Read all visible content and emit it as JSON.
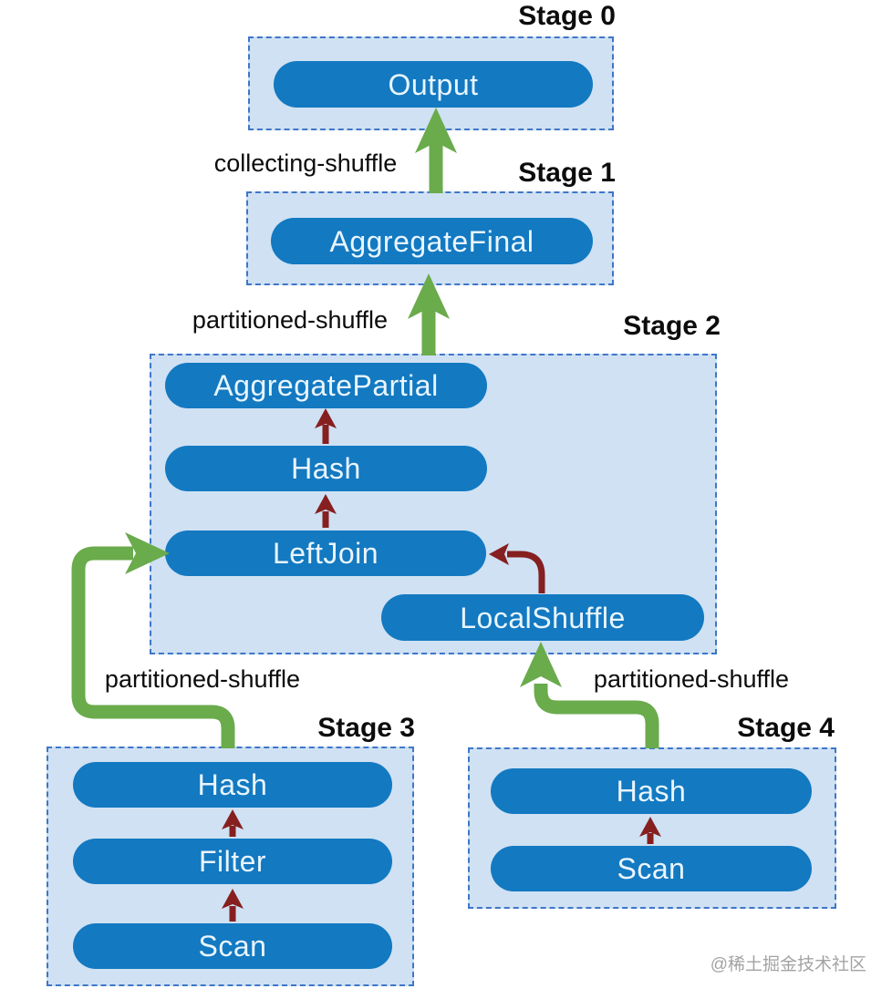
{
  "diagram": {
    "stages": [
      {
        "label": "Stage 0",
        "nodes": [
          "Output"
        ]
      },
      {
        "label": "Stage 1",
        "nodes": [
          "AggregateFinal"
        ]
      },
      {
        "label": "Stage 2",
        "nodes": [
          "AggregatePartial",
          "Hash",
          "LeftJoin",
          "LocalShuffle"
        ]
      },
      {
        "label": "Stage 3",
        "nodes": [
          "Hash",
          "Filter",
          "Scan"
        ]
      },
      {
        "label": "Stage 4",
        "nodes": [
          "Hash",
          "Scan"
        ]
      }
    ],
    "edge_labels": {
      "collecting": "collecting-shuffle",
      "partitioned_top": "partitioned-shuffle",
      "partitioned_left": "partitioned-shuffle",
      "partitioned_right": "partitioned-shuffle"
    },
    "edges": [
      {
        "from": "Stage 1 / AggregateFinal",
        "to": "Stage 0 / Output",
        "label": "collecting-shuffle",
        "color": "green"
      },
      {
        "from": "Stage 2 / AggregatePartial",
        "to": "Stage 1 / AggregateFinal",
        "label": "partitioned-shuffle",
        "color": "green"
      },
      {
        "from": "Stage 3 / Hash",
        "to": "Stage 2 / LeftJoin",
        "label": "partitioned-shuffle",
        "color": "green"
      },
      {
        "from": "Stage 4 / Hash",
        "to": "Stage 2 / LocalShuffle",
        "label": "partitioned-shuffle",
        "color": "green"
      },
      {
        "from": "Stage 2 / Hash",
        "to": "Stage 2 / AggregatePartial",
        "label": "",
        "color": "dark-red"
      },
      {
        "from": "Stage 2 / LeftJoin",
        "to": "Stage 2 / Hash",
        "label": "",
        "color": "dark-red"
      },
      {
        "from": "Stage 2 / LocalShuffle",
        "to": "Stage 2 / LeftJoin",
        "label": "",
        "color": "dark-red"
      },
      {
        "from": "Stage 3 / Scan",
        "to": "Stage 3 / Filter",
        "label": "",
        "color": "dark-red"
      },
      {
        "from": "Stage 3 / Filter",
        "to": "Stage 3 / Hash",
        "label": "",
        "color": "dark-red"
      },
      {
        "from": "Stage 4 / Scan",
        "to": "Stage 4 / Hash",
        "label": "",
        "color": "dark-red"
      }
    ]
  },
  "watermark": "@稀土掘金技术社区",
  "colors": {
    "node_fill": "#1379c1",
    "node_text": "#e9f5fd",
    "stage_fill": "#cfe1f3",
    "stage_border": "#3f76c8",
    "green_arrow": "#6aab4c",
    "red_arrow": "#861f1f",
    "label_text": "#0c0c0c",
    "watermark_text": "#a3a3a3"
  }
}
